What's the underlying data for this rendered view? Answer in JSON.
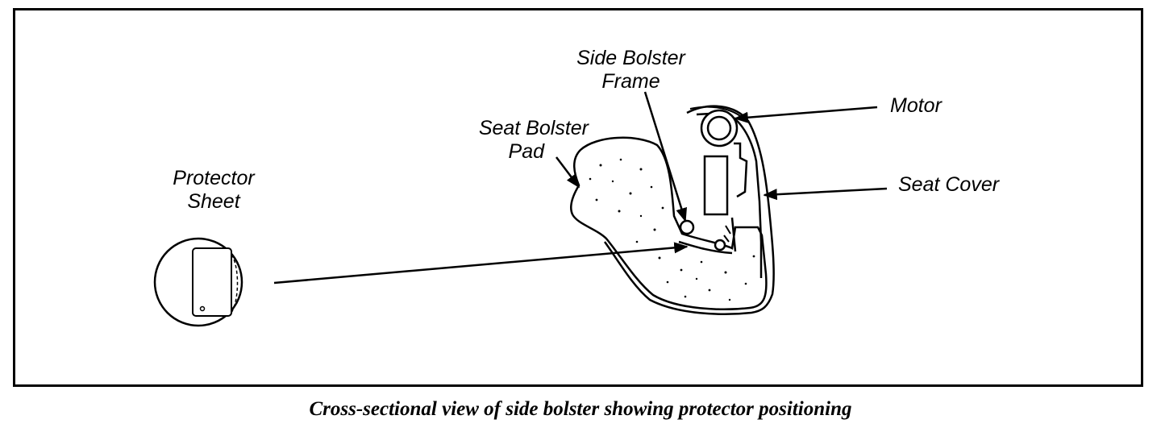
{
  "labels": {
    "side_bolster_frame": [
      "Side Bolster",
      "Frame"
    ],
    "motor": "Motor",
    "seat_bolster_pad": [
      "Seat Bolster",
      "Pad"
    ],
    "seat_cover": "Seat Cover",
    "protector_sheet": [
      "Protector",
      "Sheet"
    ]
  },
  "caption": "Cross-sectional view of side bolster showing protector positioning",
  "colors": {
    "ink": "#000000",
    "paper": "#ffffff"
  }
}
